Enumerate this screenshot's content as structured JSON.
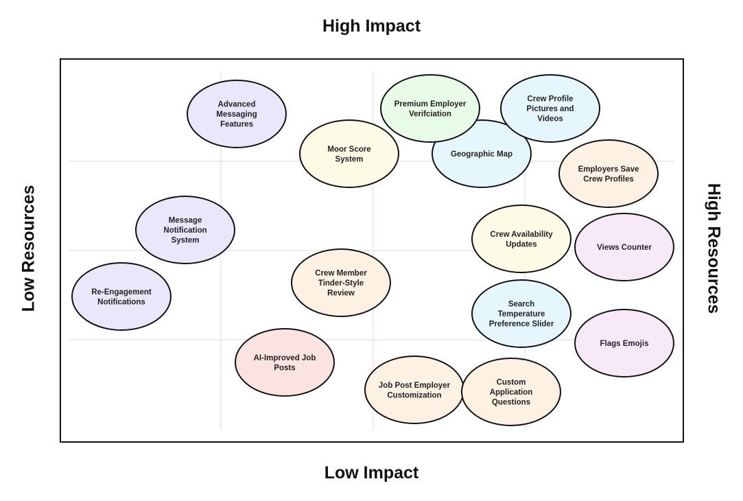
{
  "axes": {
    "top": "High Impact",
    "bottom": "Low Impact",
    "left": "Low Resources",
    "right": "High Resources"
  },
  "colors": {
    "purple": "#ece6fb",
    "yellow": "#fdfbe6",
    "green": "#e8fbe6",
    "blue": "#e5f6fd",
    "peach": "#fcf1e3",
    "lilac": "#f8e9f8",
    "pink": "#fbe3e1"
  },
  "items": [
    {
      "label": "Advanced Messaging Features",
      "lines": [
        "Advanced",
        "Messaging",
        "Features"
      ],
      "color": "purple",
      "impact": "high",
      "resources": "low"
    },
    {
      "label": "Moor Score System",
      "lines": [
        "Moor Score",
        "System"
      ],
      "color": "yellow",
      "impact": "high",
      "resources": "medium"
    },
    {
      "label": "Geographic Map",
      "lines": [
        "Geographic Map"
      ],
      "color": "blue",
      "impact": "high",
      "resources": "high"
    },
    {
      "label": "Premium Employer Verifciation",
      "lines": [
        "Premium Employer",
        "Verifciation"
      ],
      "color": "green",
      "impact": "high",
      "resources": "high"
    },
    {
      "label": "Crew Profile Pictures and Videos",
      "lines": [
        "Crew Profile",
        "Pictures and",
        "Videos"
      ],
      "color": "blue",
      "impact": "high",
      "resources": "high"
    },
    {
      "label": "Employers Save Crew Profiles",
      "lines": [
        "Employers Save",
        "Crew Profiles"
      ],
      "color": "peach",
      "impact": "high",
      "resources": "high"
    },
    {
      "label": "Message Notification System",
      "lines": [
        "Message",
        "Notification",
        "System"
      ],
      "color": "purple",
      "impact": "medium",
      "resources": "low"
    },
    {
      "label": "Crew Availability Updates",
      "lines": [
        "Crew Availability",
        "Updates"
      ],
      "color": "yellow",
      "impact": "medium",
      "resources": "high"
    },
    {
      "label": "Views Counter",
      "lines": [
        "Views Counter"
      ],
      "color": "lilac",
      "impact": "medium",
      "resources": "high"
    },
    {
      "label": "Re-Engagement Notifications",
      "lines": [
        "Re-Engagement",
        "Notifications"
      ],
      "color": "purple",
      "impact": "medium",
      "resources": "low"
    },
    {
      "label": "Crew Member Tinder-Style Review",
      "lines": [
        "Crew Member",
        "Tinder-Style",
        "Review"
      ],
      "color": "peach",
      "impact": "medium",
      "resources": "medium"
    },
    {
      "label": "Search Temperature Preference Slider",
      "lines": [
        "Search",
        "Temperature",
        "Preference Slider"
      ],
      "color": "blue",
      "impact": "medium",
      "resources": "high"
    },
    {
      "label": "Flags Emojis",
      "lines": [
        "Flags Emojis"
      ],
      "color": "lilac",
      "impact": "low",
      "resources": "high"
    },
    {
      "label": "AI-Improved Job Posts",
      "lines": [
        "AI-Improved Job",
        "Posts"
      ],
      "color": "pink",
      "impact": "low",
      "resources": "low"
    },
    {
      "label": "Job Post Employer Customization",
      "lines": [
        "Job Post Employer",
        "Customization"
      ],
      "color": "peach",
      "impact": "low",
      "resources": "medium"
    },
    {
      "label": "Custom Application Questions",
      "lines": [
        "Custom",
        "Application",
        "Questions"
      ],
      "color": "peach",
      "impact": "low",
      "resources": "high"
    }
  ]
}
